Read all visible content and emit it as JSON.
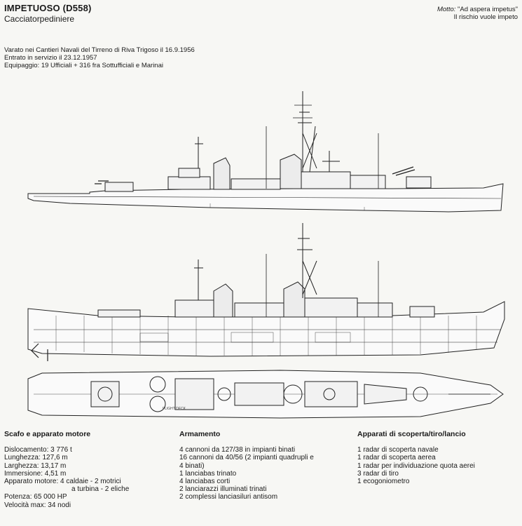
{
  "header": {
    "title": "IMPETUOSO (D558)",
    "subtitle": "Cacciatorpediniere",
    "motto_label": "Motto:",
    "motto_text": "\"Ad aspera impetus\"",
    "motto_translation": "Il rischio vuole impeto"
  },
  "info": {
    "lines": [
      "Varato nei Cantieri Navali del Tirreno di Riva Trigoso il 16.9.1956",
      "Entrato in servizio il 23.12.1957",
      "Equipaggio: 19 Ufficiali + 316 fra Sottufficiali e Marinai"
    ]
  },
  "drawing": {
    "deck_label": "FLIGHT DECK"
  },
  "sections": {
    "hull": {
      "title": "Scafo e apparato motore",
      "lines": [
        "Dislocamento: 3 776 t",
        "Lunghezza: 127,6 m",
        "Larghezza: 13,17 m",
        "Immersione: 4,51 m",
        "Apparato motore: 4 caldaie - 2 motrici",
        "a turbina - 2 eliche",
        "Potenza: 65 000 HP",
        "Velocità max: 34 nodi"
      ]
    },
    "armament": {
      "title": "Armamento",
      "lines": [
        "4 cannoni da 127/38 in impianti binati",
        "16 cannoni da 40/56 (2 impianti quadrupli e",
        "4 binati)",
        "1 lanciabas trinato",
        "4 lanciabas corti",
        "2 lanciarazzi illuminati trinati",
        "2 complessi lanciasiluri antisom"
      ]
    },
    "sensors": {
      "title": "Apparati di scoperta/tiro/lancio",
      "lines": [
        "1 radar di scoperta navale",
        "1 radar di scoperta aerea",
        "1 radar per individuazione quota aerei",
        "3 radar di tiro",
        "1 ecogoniometro"
      ]
    }
  }
}
